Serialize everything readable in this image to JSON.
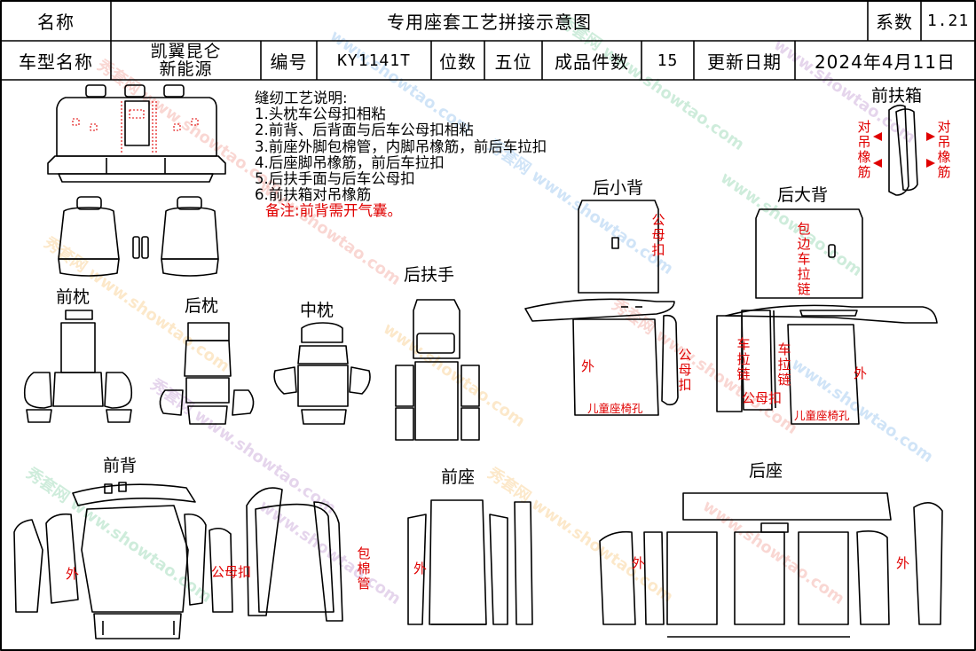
{
  "header": {
    "name_label": "名称",
    "title": "专用座套工艺拼接示意图",
    "coef_label": "系数",
    "coef_value": "1.21",
    "model_label": "车型名称",
    "model_line1": "凯翼昆仑",
    "model_line2": "新能源",
    "code_label": "编号",
    "code_value": "KY1141T",
    "seats_label": "位数",
    "seats_value": "五位",
    "pieces_label": "成品件数",
    "pieces_value": "15",
    "date_label": "更新日期",
    "date_value": "2024年4月11日"
  },
  "notes": {
    "title": "缝纫工艺说明:",
    "items": [
      "1.头枕车公母扣相粘",
      "2.前背、后背面与后车公母扣相粘",
      "3.前座外脚包棉管，内脚吊橡筋，前后车拉扣",
      "4.后座脚吊橡筋，前后车拉扣",
      "5.后扶手面与后车公母扣",
      "6.前扶箱对吊橡筋"
    ],
    "remark": "备注:前背需开气囊。"
  },
  "labels": {
    "front_headrest": "前枕",
    "rear_headrest": "后枕",
    "middle_headrest": "中枕",
    "rear_armrest": "后扶手",
    "rear_small_back": "后小背",
    "rear_big_back": "后大背",
    "front_console": "前扶箱",
    "front_back": "前背",
    "front_seat": "前座",
    "rear_seat": "后座"
  },
  "annotations": {
    "opposite_elastic": "对吊橡筋",
    "snap": "公母扣",
    "outer": "外",
    "child_seat_hole": "儿童座椅孔",
    "edge_zipper": "包边车拉链",
    "zipper": "车拉链",
    "cotton_tube": "包棉管"
  },
  "watermark": {
    "cn": "秀套网",
    "url": "www.showtao.com"
  },
  "colors": {
    "line": "#000000",
    "accent": "#e00000"
  }
}
